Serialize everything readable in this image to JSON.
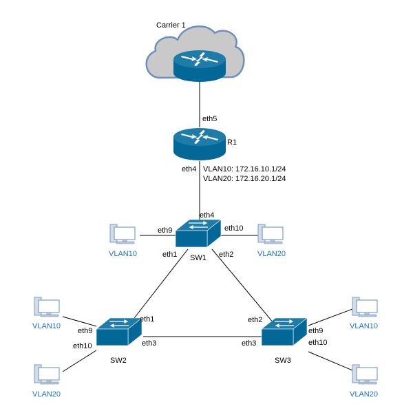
{
  "diagram": {
    "title": "Network topology",
    "colors": {
      "device": "#036897",
      "device_top": "#1f7ca8",
      "cloud_fill": "#c9c9c9",
      "cloud_stroke": "#6d8ebf",
      "pc_stroke": "#7a9cc8",
      "pc_fill": "#ffffff",
      "vlan_text": "#1a6fd4",
      "link": "#000000"
    },
    "cloud": {
      "label": "Carrier 1"
    },
    "router": {
      "name": "R1",
      "uplink_port": "eth5",
      "downlink_port": "eth4",
      "interfaces": [
        "VLAN10: 172.16.10.1/24",
        "VLAN20: 172.16.20.1/24"
      ]
    },
    "switches": [
      {
        "name": "SW1",
        "ports": {
          "up": "eth4",
          "left_host": "eth9",
          "right_host": "eth10",
          "down_left": "eth1",
          "down_right": "eth2"
        }
      },
      {
        "name": "SW2",
        "ports": {
          "uplink": "eth1",
          "trunk": "eth3",
          "host_a": "eth9",
          "host_b": "eth10"
        }
      },
      {
        "name": "SW3",
        "ports": {
          "uplink": "eth2",
          "trunk": "eth3",
          "host_a": "eth9",
          "host_b": "eth10"
        }
      }
    ],
    "hosts": [
      {
        "vlan": "VLAN10",
        "switch": "SW1",
        "port": "eth9"
      },
      {
        "vlan": "VLAN20",
        "switch": "SW1",
        "port": "eth10"
      },
      {
        "vlan": "VLAN10",
        "switch": "SW2",
        "port": "eth9"
      },
      {
        "vlan": "VLAN20",
        "switch": "SW2",
        "port": "eth10"
      },
      {
        "vlan": "VLAN10",
        "switch": "SW3",
        "port": "eth9"
      },
      {
        "vlan": "VLAN20",
        "switch": "SW3",
        "port": "eth10"
      }
    ]
  }
}
